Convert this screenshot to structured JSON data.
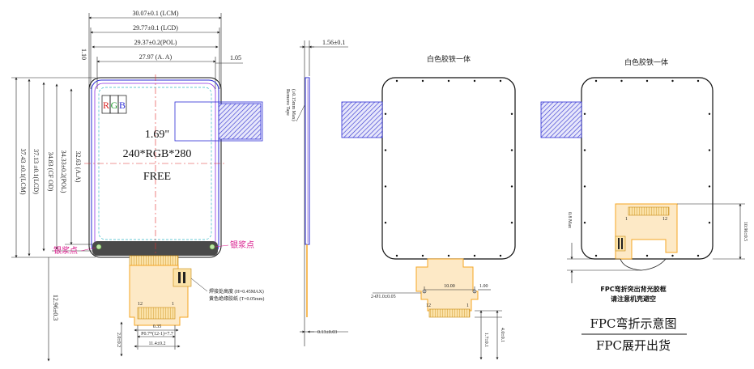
{
  "front_view": {
    "dims_top": [
      "30.07±0.1 (LCM)",
      "29.77±0.1 (LCD)",
      "29.37±0.2(POL)",
      "27.97 (A. A)"
    ],
    "dim_110": "1.10",
    "dim_105": "1.05",
    "dims_left": [
      "37.43 ±0.1(LCM)",
      "37.13 ±0.1(LCD)",
      "34.83 (CF OD)",
      "34.33±0.2(POL)",
      "32.63 (A.A)"
    ],
    "dim_1296": "12.96±0.3",
    "rgb": [
      "R",
      "G",
      "B"
    ],
    "size": "1.69\"",
    "resolution": "240*RGB*280",
    "free": "FREE",
    "silver_label_left": "银浆点",
    "silver_label_right": "银浆点",
    "note_weld": "焊接处高度 (H=0.45MAX)",
    "note_tape": "黄色绝缘胶纸 (T=0.05mm)",
    "pin_left": "12",
    "pin_right": "1",
    "dim_035": "0.35",
    "dim_pitch": "P0.7*(12-1)=7.7",
    "dim_114": "11.4±0.2",
    "dim_20": "2.0±0.2"
  },
  "side_view": {
    "dim_thick": "1.56±0.1",
    "tape_label": "Remove Tape",
    "tape_sub": "(≥0.15mm Max)",
    "dim_013": "0.13±0.03"
  },
  "back_view": {
    "label": "白色胶铁一体",
    "dim_1000": "10.00",
    "dim_100": "1.00",
    "hole_note": "2-Ø1.0±0.05",
    "pin_left": "12",
    "pin_right": "1",
    "dim_40": "4.0±0.1",
    "dim_17": "1.7±0.1"
  },
  "bent_view": {
    "label": "白色胶铁一体",
    "dim_08": "0.8 Max",
    "dim_1096": "10.96±0.5",
    "pin_left": "1",
    "pin_right": "12",
    "note1": "FPC弯折突出背光胶框",
    "note2": "请注意机壳避空"
  },
  "titles": {
    "bend": "FPC弯折示意图",
    "unfold": "FPC展开出货"
  },
  "colors": {
    "outline": "#111111",
    "dim_line": "#222222",
    "blue": "#2b2bd6",
    "fpc": "#f5a623",
    "fpc_fill": "#fde9c6",
    "hatch": "#3a3ad0",
    "pink": "#d81b8c",
    "center_line": "#e03030",
    "aa_box": "#36b8c8"
  }
}
